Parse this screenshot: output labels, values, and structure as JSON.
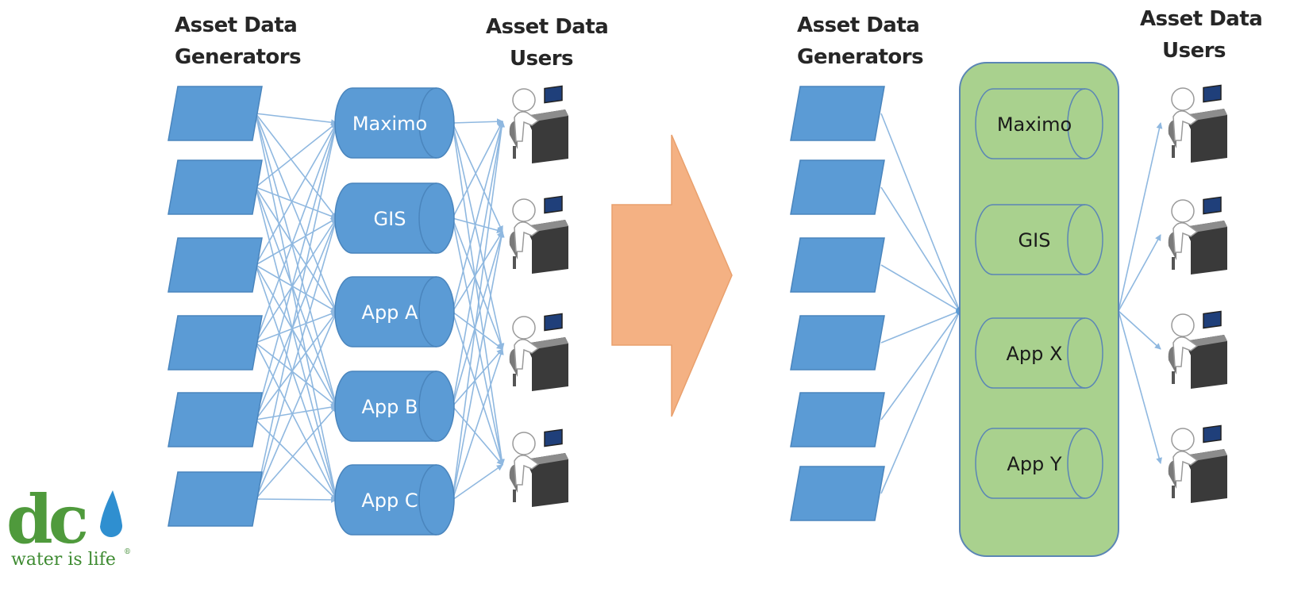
{
  "left": {
    "generators_heading": [
      "Asset Data",
      "Generators"
    ],
    "users_heading": [
      "Asset Data",
      "Users"
    ],
    "apps": [
      "Maximo",
      "GIS",
      "App A",
      "App B",
      "App C"
    ]
  },
  "right": {
    "generators_heading": [
      "Asset Data",
      "Generators"
    ],
    "users_heading": [
      "Asset Data",
      "Users"
    ],
    "apps": [
      "Maximo",
      "GIS",
      "App X",
      "App Y"
    ]
  },
  "logo": {
    "letters": "dc",
    "tagline": "water is life",
    "mark": "®"
  },
  "colors": {
    "box_blue": "#5b9bd5",
    "line_blue": "#8fb8e0",
    "arrow_orange": "#f4b183",
    "hub_green": "#a9d18e",
    "logo_green": "#4f9a3c",
    "logo_blue": "#2f8fd0"
  }
}
